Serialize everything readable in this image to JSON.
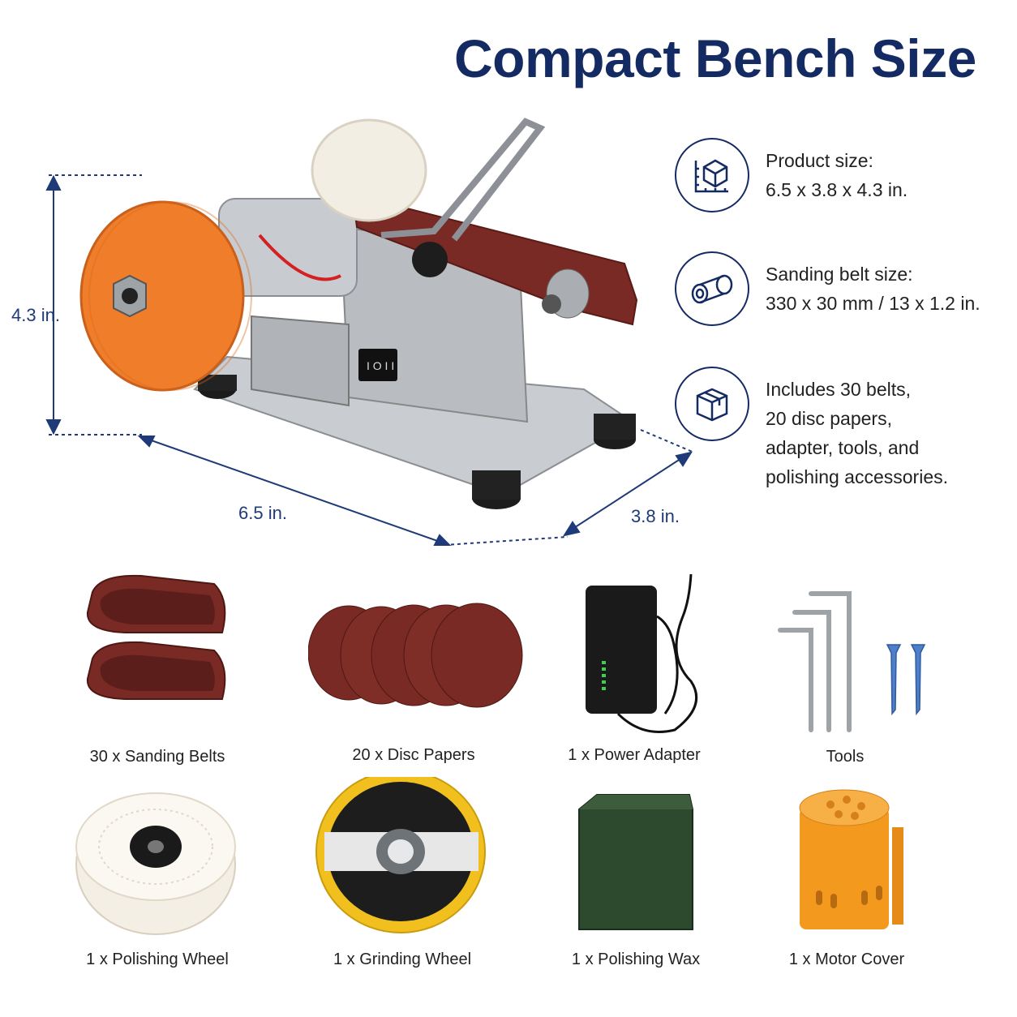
{
  "title": "Compact Bench Size",
  "dimensions": {
    "height": "4.3 in.",
    "length": "6.5 in.",
    "depth": "3.8 in."
  },
  "specs": [
    {
      "icon": "box-measure-icon",
      "lines": [
        "Product size:",
        "6.5 x 3.8 x 4.3 in."
      ]
    },
    {
      "icon": "belt-roll-icon",
      "lines": [
        "Sanding belt size:",
        "330 x 30 mm / 13 x 1.2 in."
      ]
    },
    {
      "icon": "package-icon",
      "lines": [
        "Includes 30 belts,",
        "20 disc papers,",
        "adapter, tools, and",
        "polishing accessories."
      ]
    }
  ],
  "accessories": [
    {
      "label": "30 x Sanding Belts"
    },
    {
      "label": "20 x Disc Papers"
    },
    {
      "label": "1 x Power Adapter"
    },
    {
      "label": "Tools"
    },
    {
      "label": "1 x Polishing Wheel"
    },
    {
      "label": "1 x Grinding Wheel"
    },
    {
      "label": "1 x Polishing Wax"
    },
    {
      "label": "1 x Motor Cover"
    }
  ],
  "colors": {
    "title": "#142a62",
    "dimension_text": "#1f3a78",
    "belt": "#7a2a24",
    "orange_wheel": "#f07d2a",
    "wax": "#2e4a2e",
    "motor_cover": "#f39a1e"
  }
}
